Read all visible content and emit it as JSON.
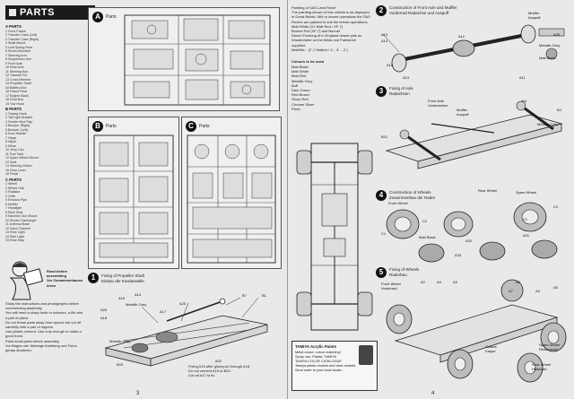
{
  "left_page": {
    "parts_header": "PARTS",
    "parts_list": [
      {
        "type": "sec",
        "text": "A PARTS"
      },
      {
        "type": "row",
        "text": "1 Front Frame"
      },
      {
        "type": "row",
        "text": "2 Transfer Case (Left)"
      },
      {
        "type": "row",
        "text": "3 Transfer Case (Right)"
      },
      {
        "type": "row",
        "text": "4 Shaft Mount"
      },
      {
        "type": "row",
        "text": "5 Leaf Spring Rear"
      },
      {
        "type": "row",
        "text": "6 Shock Absorber"
      },
      {
        "type": "row",
        "text": "7 Steering Arm"
      },
      {
        "type": "row",
        "text": "8 Suspension Arm"
      },
      {
        "type": "row",
        "text": "9 Front Axle"
      },
      {
        "type": "row",
        "text": "10 Rear Axle"
      },
      {
        "type": "row",
        "text": "11 Steering Box"
      },
      {
        "type": "row",
        "text": "12 Transfer Pin"
      },
      {
        "type": "row",
        "text": "13 Cross Member"
      },
      {
        "type": "row",
        "text": "14 Propeller Shaft"
      },
      {
        "type": "row",
        "text": "15 Battery Box"
      },
      {
        "type": "row",
        "text": "16 Frame Rear"
      },
      {
        "type": "row",
        "text": "17 Engine Block"
      },
      {
        "type": "row",
        "text": "18 Gear Box"
      },
      {
        "type": "row",
        "text": "19 Tow Hook"
      },
      {
        "type": "sec",
        "text": "B PARTS"
      },
      {
        "type": "row",
        "text": "1 Towing Hook"
      },
      {
        "type": "row",
        "text": "2 Tail Light Bracket"
      },
      {
        "type": "row",
        "text": "3 Fender Mud Flap"
      },
      {
        "type": "row",
        "text": "4 Bumper (Right)"
      },
      {
        "type": "row",
        "text": "5 Bumper (Left)"
      },
      {
        "type": "row",
        "text": "6 Door Handle"
      },
      {
        "type": "row",
        "text": "7 Hinge"
      },
      {
        "type": "row",
        "text": "8 Wiper"
      },
      {
        "type": "row",
        "text": "9 Mirror"
      },
      {
        "type": "row",
        "text": "10 Jerry Can"
      },
      {
        "type": "row",
        "text": "11 Fuel Tank"
      },
      {
        "type": "row",
        "text": "12 Spare Wheel Mount"
      },
      {
        "type": "row",
        "text": "13 Seat"
      },
      {
        "type": "row",
        "text": "14 Steering Wheel"
      },
      {
        "type": "row",
        "text": "15 Gear Lever"
      },
      {
        "type": "row",
        "text": "16 Pedal"
      },
      {
        "type": "sec",
        "text": "C PARTS"
      },
      {
        "type": "row",
        "text": "1 Wheel"
      },
      {
        "type": "row",
        "text": "2 Wheel Hub"
      },
      {
        "type": "row",
        "text": "3 Radiator"
      },
      {
        "type": "row",
        "text": "4 Grille"
      },
      {
        "type": "row",
        "text": "5 Exhaust Pipe"
      },
      {
        "type": "row",
        "text": "6 Muffler"
      },
      {
        "type": "row",
        "text": "7 Headlight"
      },
      {
        "type": "row",
        "text": "8 Rear Seat"
      },
      {
        "type": "row",
        "text": "9 Machine Gun Mount"
      },
      {
        "type": "row",
        "text": "10 Smoke Discharger"
      },
      {
        "type": "row",
        "text": "11 Antenna Base"
      },
      {
        "type": "row",
        "text": "12 Sand Channel"
      },
      {
        "type": "row",
        "text": "13 Rear Light"
      },
      {
        "type": "row",
        "text": "14 Side Light"
      },
      {
        "type": "row",
        "text": "15 Rear Step"
      }
    ],
    "panels": {
      "a": {
        "badge": "A",
        "label": "Parts"
      },
      "b": {
        "badge": "B",
        "label": "Parts"
      },
      "c": {
        "badge": "C",
        "label": "Parts"
      }
    },
    "ready_note": "Read before assembling\nVor Zusammenbauen lesen",
    "instructions": [
      "Study the instructions and photographs before commencing assembly.",
      "You will need a sharp knife or scissors, a file and a pair of pliers.",
      "Do not break parts away from sprues but cut off carefully with a pair of nippers.",
      "Use plastic cement. Use only enough to make a good bond.",
      "Paint small parts before assembly.",
      "Vor Beginn der Montage Anleitung und Fotos genau studieren."
    ],
    "step1": {
      "badge": "1",
      "title_en": "Fixing of Propeller Shaft",
      "title_de": "Einbau der Kardanwelle",
      "callouts": [
        "A16",
        "A20",
        "A18",
        "Metallic Grey",
        "Metallic Grey",
        "A14",
        "B7",
        "B1",
        "A20",
        "A17",
        "A22",
        "B20",
        "A12",
        "A15",
        "A4"
      ],
      "notes": [
        "Fixing A15 after gluing A4 through A18.",
        "Do not cement A15 to B20.",
        "Cut off A17 to fix."
      ]
    },
    "page_number": "3"
  },
  "right_page": {
    "history_text": [
      "Painting of SAS Land Rover",
      "The painting shown of this vehicle is as deployed in Great Britain. Mid or desert operations the SAS Rovers are painted to suit the terrain operations.",
      "Matt White (X1 Matt Red / XF-7)",
      "Bonnet Rot (XF-7) and Bonnet",
      "Desert Farbung of in England desert pink as Wustenfarbe on the fields one Farbstrich supplied.",
      "Matt/Ma... (F-7 Mattrot / X... 8 ... Z.)"
    ],
    "colours_head": "Colours to be used",
    "colours": [
      "Matt Black",
      "Matt White",
      "Matt Red",
      "Metallic Grey",
      "Buff",
      "Dark Green",
      "Red Brown",
      "Gloss Red",
      "Chrome Silver",
      "Flesh"
    ],
    "step2": {
      "badge": "2",
      "title_en": "Construction of Front Axle and Muffler",
      "title_de": "Vorderrad Radachse und Auspuff",
      "callouts": [
        "A13",
        "A12",
        "A11",
        "A14",
        "A10",
        "A13",
        "Muffler",
        "Auspuff",
        "A35",
        "Metallic Grey",
        "Matt Black"
      ]
    },
    "step3": {
      "badge": "3",
      "title_en": "Fixing of Axle",
      "title_de": "Radachsen",
      "callouts": [
        "Front Axle",
        "Vorderachse",
        "Muffler",
        "Auspuff",
        "A11",
        "B4",
        "Metallic Grey",
        "B21"
      ]
    },
    "step4": {
      "badge": "4",
      "title_en": "Construction of Wheels",
      "title_de": "Zusammenbau der Rader",
      "callouts": [
        "Front Wheel",
        "Spare Wheel",
        "Rear Wheel",
        "C2",
        "C1",
        "Matt Black",
        "A32",
        "A33",
        "C2",
        "C1",
        "A31"
      ]
    },
    "step5": {
      "badge": "5",
      "title_en": "Fixing of Wheels",
      "title_de": "Raderbau",
      "callouts": [
        "A2",
        "A4",
        "A3",
        "A5",
        "A3",
        "A7",
        "A6",
        "Front Wheel",
        "Vorderrad",
        "Rear Wheel",
        "Hinterrad",
        "Spare Wheel",
        "Reserverad",
        "Gasket",
        "Kappe"
      ]
    },
    "paint_box": {
      "title": "TAMIYA Acrylic Paints",
      "lines": [
        "Metal colour; colour matching!",
        "Spray can; Plastic; TAMIYA",
        "TAMIYA COLOR CATALOGUE",
        "Tamiya plastic models and clear models. Send order to your local dealer."
      ]
    },
    "page_number": "4"
  }
}
